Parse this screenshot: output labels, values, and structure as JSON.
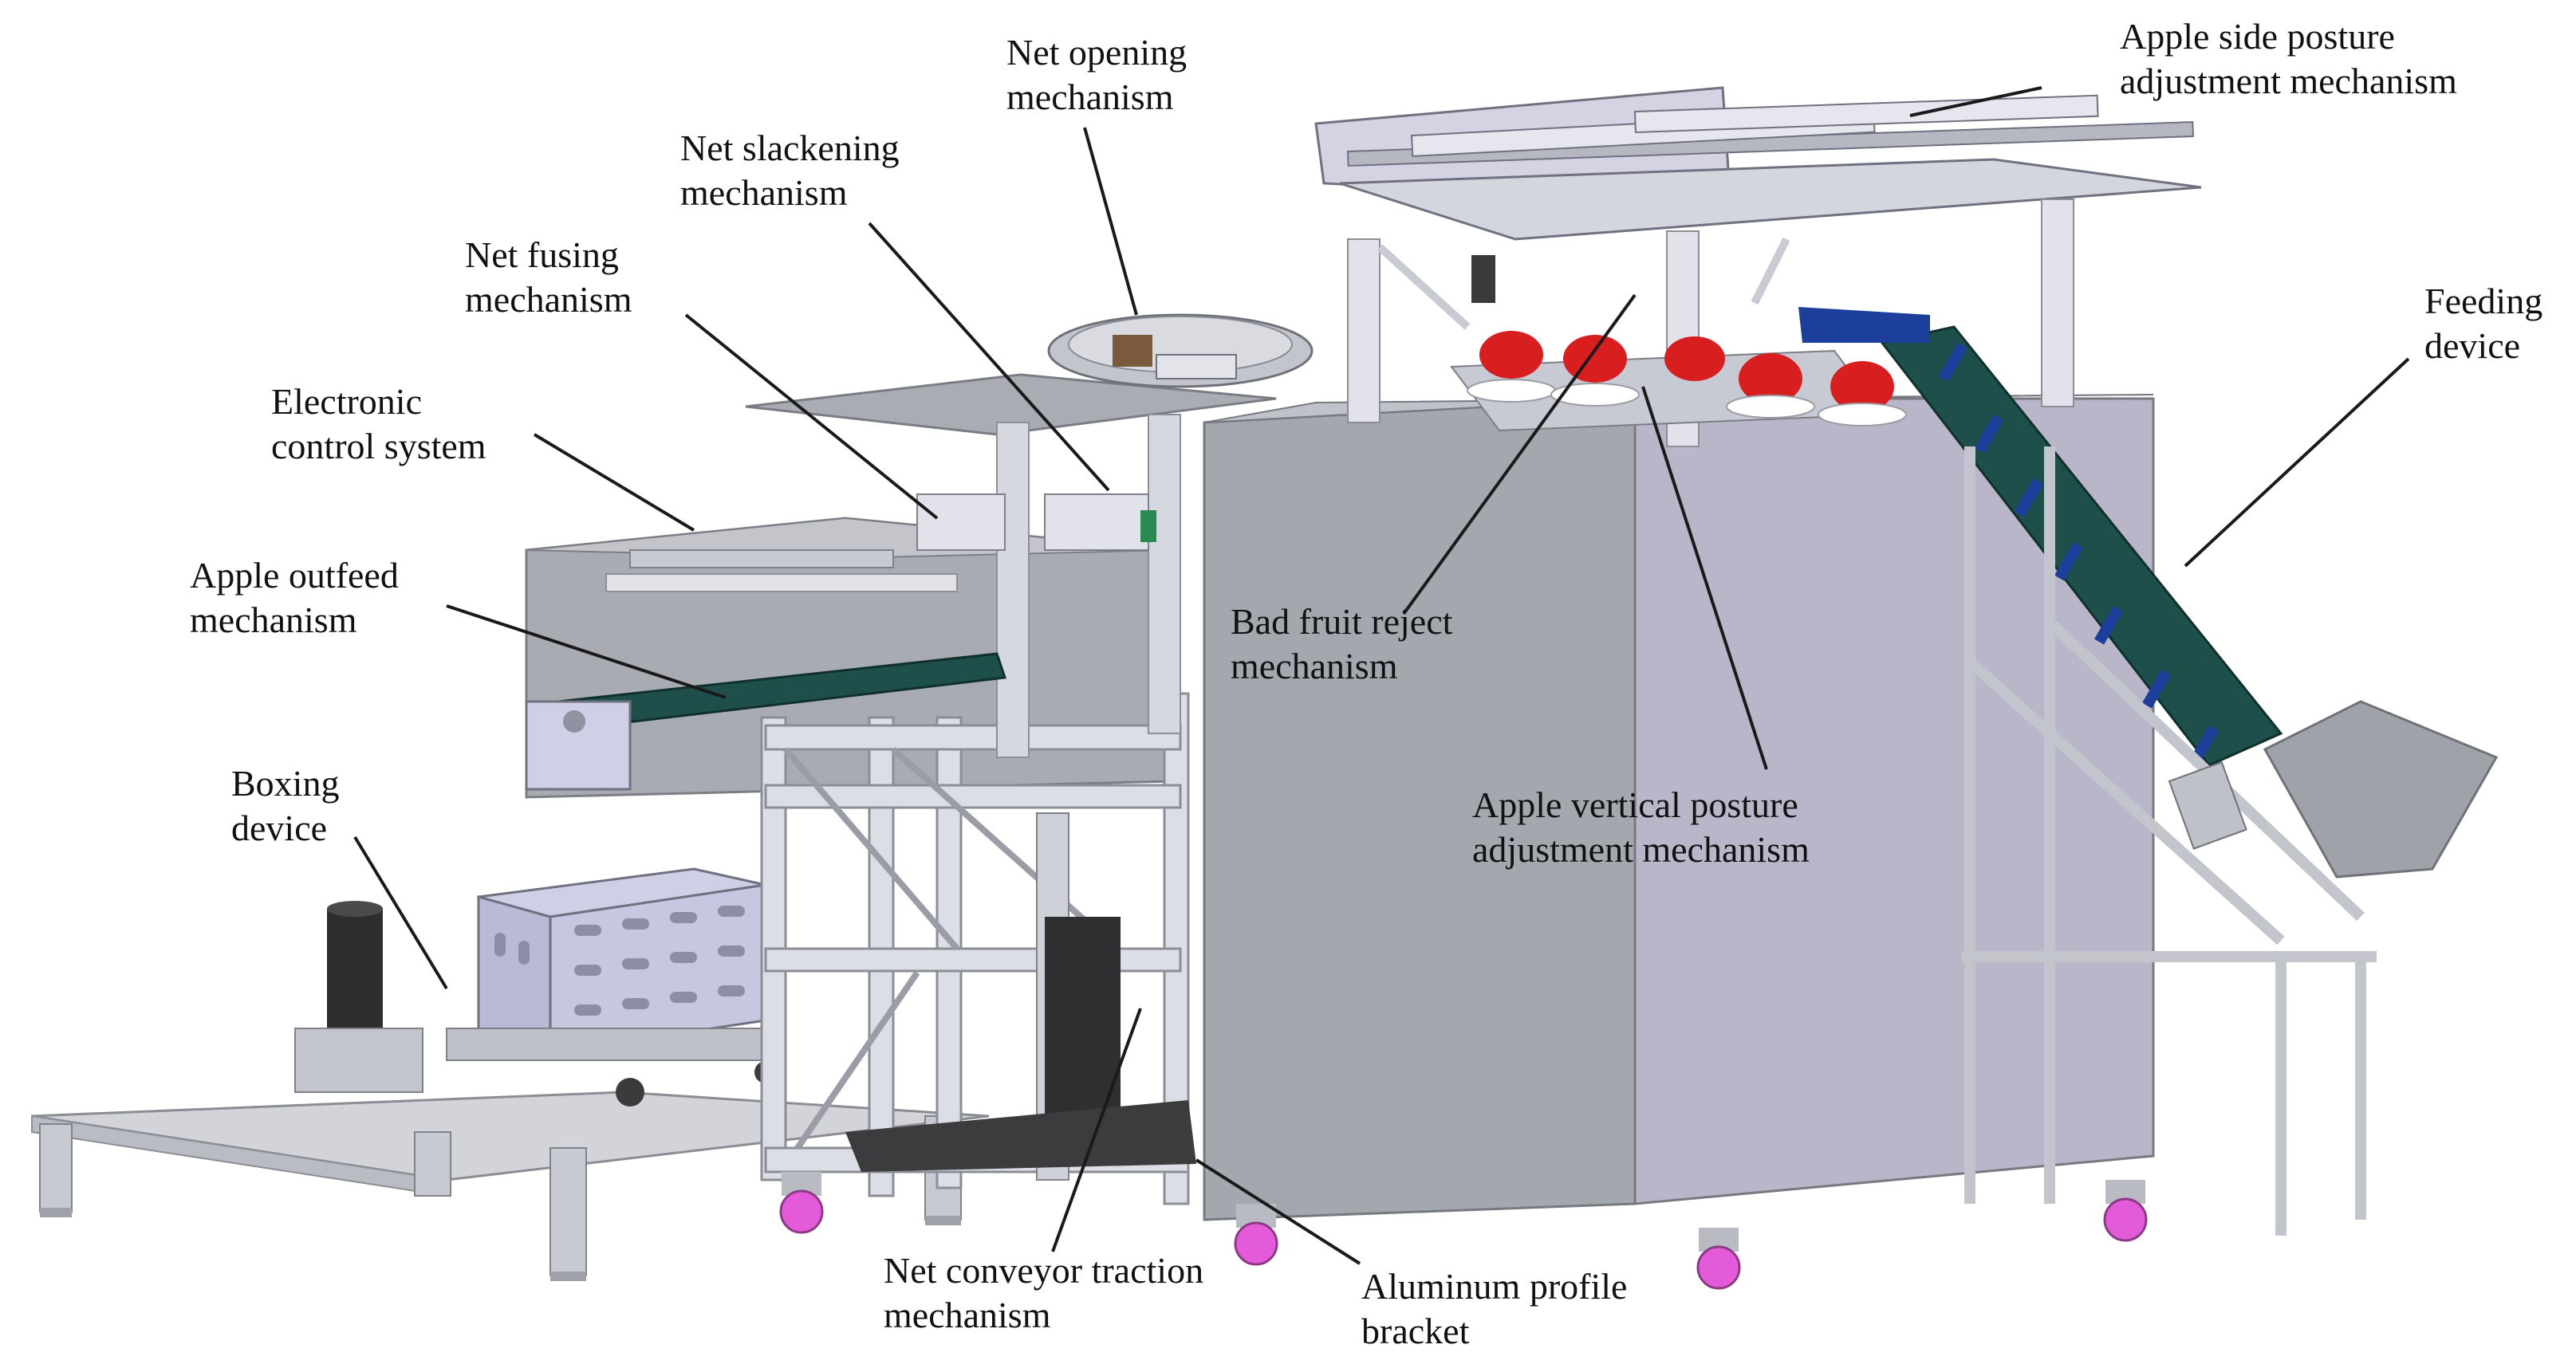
{
  "labels": {
    "net_opening": [
      "Net opening",
      "mechanism"
    ],
    "apple_side_posture": [
      "Apple side posture",
      "adjustment mechanism"
    ],
    "net_slackening": [
      "Net slackening",
      "mechanism"
    ],
    "net_fusing": [
      "Net fusing",
      "mechanism"
    ],
    "electronic_control": [
      "Electronic",
      "control system"
    ],
    "feeding_device": [
      "Feeding",
      "device"
    ],
    "apple_outfeed": [
      "Apple outfeed",
      "mechanism"
    ],
    "bad_fruit_reject": [
      "Bad fruit reject",
      "mechanism"
    ],
    "apple_vertical_posture": [
      "Apple vertical posture",
      "adjustment mechanism"
    ],
    "boxing_device": [
      "Boxing",
      "device"
    ],
    "net_conveyor_traction": [
      "Net conveyor traction",
      "mechanism"
    ],
    "aluminum_profile": [
      "Aluminum profile",
      "bracket"
    ]
  },
  "colors": {
    "main_box": "#a9adb4",
    "main_box_side": "#b7b5c6",
    "frame": "#d9dbe3",
    "belt": "#1f4f4a",
    "cleat": "#1b3f9a",
    "apple": "#d81e1e",
    "caster": "#e35bd8",
    "plate": "#d4d6dc",
    "dark": "#3a3a3a"
  }
}
